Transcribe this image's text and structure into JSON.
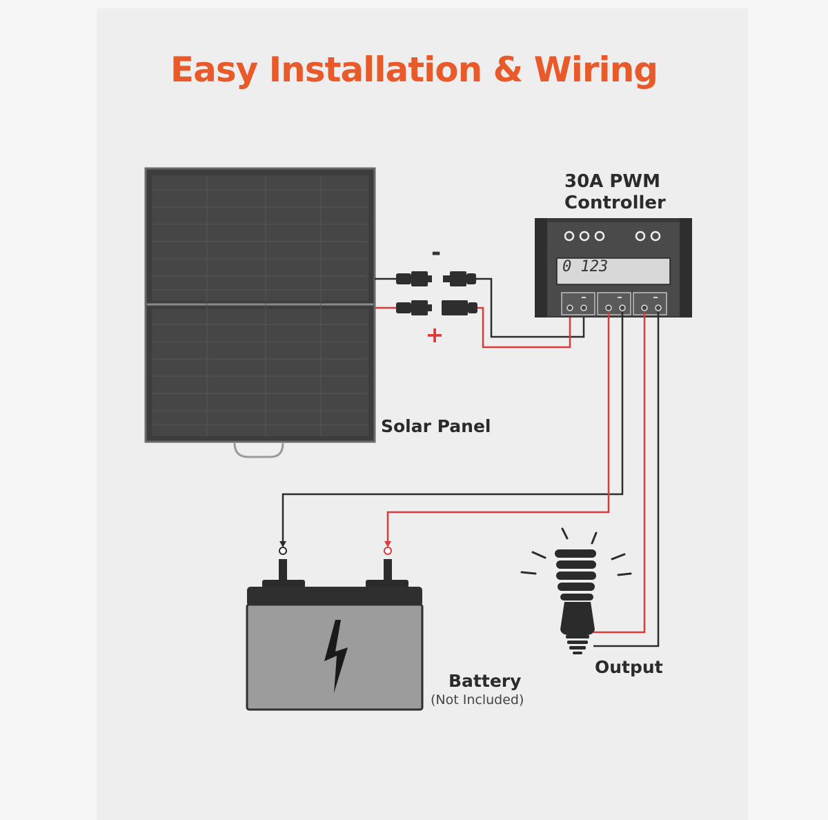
{
  "title": "Easy Installation & Wiring",
  "controller": {
    "line1": "30A PWM",
    "line2": "Controller",
    "display": "0 123"
  },
  "solar_panel": {
    "label": "Solar Panel"
  },
  "battery": {
    "label": "Battery",
    "note": "(Not Included)"
  },
  "output": {
    "label": "Output"
  },
  "polarity": {
    "negative": "-",
    "positive": "+"
  },
  "colors": {
    "title": "#e85a2a",
    "positive_wire": "#d93a3a",
    "negative_wire": "#2b2b2b"
  },
  "icons": [
    "solar-panel-icon",
    "mc4-connector-icon",
    "charge-controller-icon",
    "battery-icon",
    "lightning-bolt-icon",
    "light-bulb-icon"
  ]
}
